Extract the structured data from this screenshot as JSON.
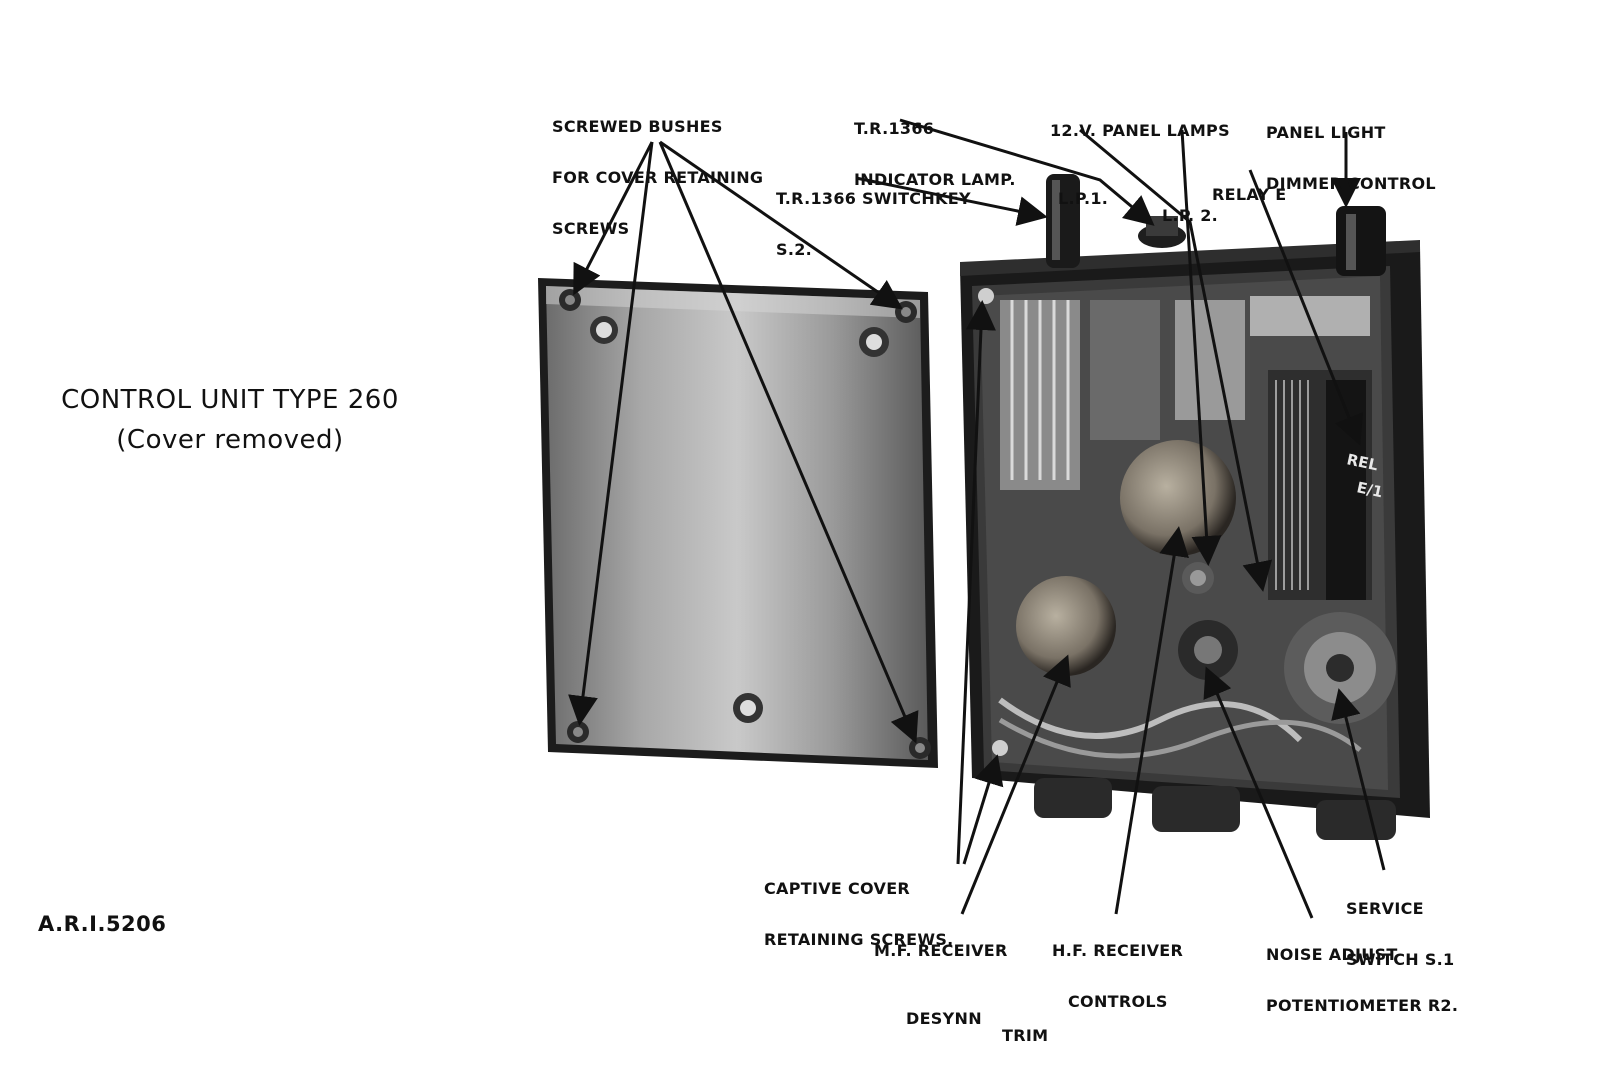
{
  "caption": {
    "title": "CONTROL UNIT TYPE 260",
    "subtitle": "(Cover removed)"
  },
  "reference": "A.R.I.5206",
  "callouts": {
    "screwed_bushes": [
      "SCREWED BUSHES",
      "FOR COVER RETAINING",
      "SCREWS"
    ],
    "switchkey": [
      "T.R.1366 SWITCHKEY",
      "S.2."
    ],
    "indicator_lamp": [
      "T.R.1366",
      "INDICATOR LAMP."
    ],
    "panel_lamps": [
      "12.V. PANEL LAMPS",
      "L.P.1.",
      "L.P. 2."
    ],
    "dimmer": [
      "PANEL LIGHT",
      "DIMMER CONTROL"
    ],
    "relay": [
      "RELAY E"
    ],
    "captive_screws": [
      "CAPTIVE COVER",
      "RETAINING SCREWS."
    ],
    "mf_receiver": [
      "M.F. RECEIVER",
      "DESYNN",
      "TRIM"
    ],
    "hf_receiver": [
      "H.F. RECEIVER",
      "CONTROLS"
    ],
    "noise_adjust": [
      "NOISE ADJUST",
      "POTENTIOMETER R2."
    ],
    "service_switch": [
      "SERVICE",
      "SWITCH S.1"
    ],
    "relay_marking": [
      "REL",
      "E/1"
    ]
  }
}
